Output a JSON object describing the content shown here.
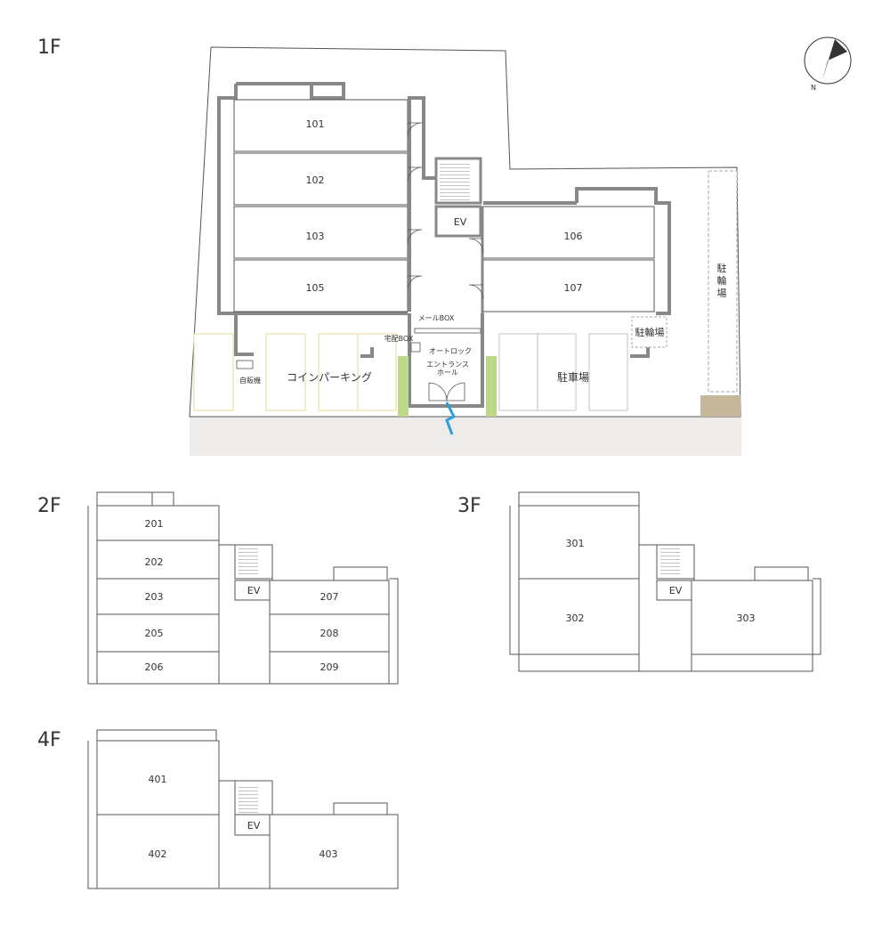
{
  "floors": {
    "f1": {
      "label": "1F",
      "units": [
        "101",
        "102",
        "103",
        "105",
        "106",
        "107"
      ],
      "ev": "EV",
      "mail_box": "メールBOX",
      "delivery_box": "宅配BOX",
      "auto_lock": "オートロック",
      "entrance_hall_1": "エントランス",
      "entrance_hall_2": "ホール",
      "vending_machine": "自販機",
      "coin_parking": "コインパーキング",
      "parking": "駐車場",
      "bicycle_parking_small": "駐輪場",
      "bicycle_parking_vertical": [
        "駐",
        "輪",
        "場"
      ]
    },
    "f2": {
      "label": "2F",
      "units": [
        "201",
        "202",
        "203",
        "205",
        "206",
        "207",
        "208",
        "209"
      ],
      "ev": "EV"
    },
    "f3": {
      "label": "3F",
      "units": [
        "301",
        "302",
        "303"
      ],
      "ev": "EV"
    },
    "f4": {
      "label": "4F",
      "units": [
        "401",
        "402",
        "403"
      ],
      "ev": "EV"
    }
  },
  "compass": {
    "north_label": "N"
  },
  "colors": {
    "wall": "#888888",
    "green": "#bcd88a",
    "road": "#eeecea",
    "brown": "#c6b89b",
    "arrow": "#2b9fdc",
    "coin_parking_line": "#eadfa8"
  }
}
